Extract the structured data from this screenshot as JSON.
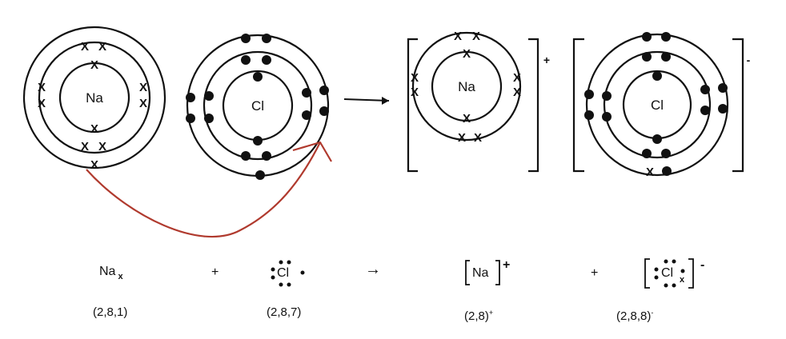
{
  "atoms": {
    "sodium": {
      "symbol": "Na",
      "electron_marker": "X"
    },
    "chlorine": {
      "symbol": "Cl"
    }
  },
  "ions": {
    "sodium_ion": {
      "symbol": "Na",
      "charge": "+"
    },
    "chloride_ion": {
      "symbol": "Cl",
      "charge": "-"
    }
  },
  "equation": {
    "reactant_1_symbol": "Na",
    "reactant_1_marker": "x",
    "plus_1": "+",
    "reactant_2_symbol": "Cl",
    "arrow": "→",
    "product_1_symbol": "Na",
    "product_1_charge": "+",
    "plus_2": "+",
    "product_2_symbol": "Cl",
    "product_2_marker": "x",
    "product_2_charge": "-"
  },
  "configurations": {
    "sodium_atom": "(2,8,1)",
    "chlorine_atom": "(2,8,7)",
    "sodium_ion": "(2,8)",
    "sodium_ion_charge": "+",
    "chloride_ion": "(2,8,8)",
    "chloride_ion_charge": "-"
  },
  "colors": {
    "transfer_arrow": "#b03a2e",
    "ink": "#111111"
  }
}
